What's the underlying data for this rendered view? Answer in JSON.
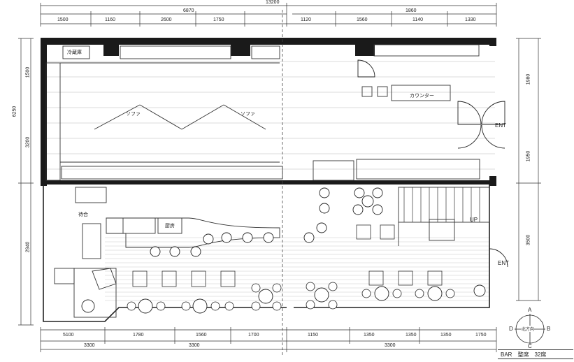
{
  "dimensions": {
    "top_total": "13200",
    "top_left": "6870",
    "top_right": "1860",
    "top_segments": [
      "1500",
      "1160",
      "2600",
      "1750",
      "1120",
      "1560",
      "1140",
      "1330"
    ],
    "bottom_segments": [
      "5100",
      "1780",
      "1560",
      "1700",
      "1150",
      "1350",
      "1350",
      "1350",
      "1750"
    ],
    "bottom_totals": [
      "3300",
      "3300",
      "3300"
    ],
    "left_total": "6250",
    "left_segments": [
      "1500",
      "3200",
      "2940"
    ],
    "right_segments": [
      "1980",
      "1950",
      "3500"
    ]
  },
  "rooms": {
    "storage": "冷蔵庫",
    "bar_counter": "カウンター",
    "kitchen": "厨房",
    "sofa_1": "ソファ",
    "sofa_2": "ソファ",
    "waiting": "待合",
    "entrance_top": "ENT",
    "entrance_bottom": "ENT",
    "stair_up": "UP"
  },
  "compass": {
    "n": "A",
    "s": "C",
    "e": "B",
    "w": "D",
    "center": "北方向"
  },
  "title_block": {
    "type": "BAR",
    "name": "整席",
    "count": "32席"
  },
  "icons": {
    "door": "door-swing-icon",
    "table": "round-table-icon",
    "stair": "stair-icon"
  }
}
